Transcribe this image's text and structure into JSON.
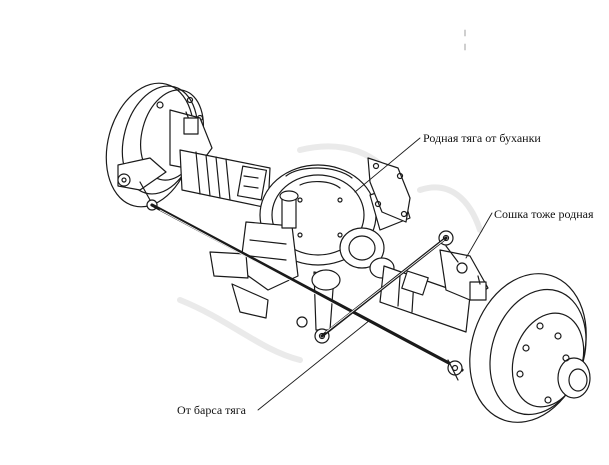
{
  "labels": {
    "native_rod": "Родная тяга от буханки",
    "pitman_arm": "Сошка тоже родная",
    "bars_rod": "От  барса тяга"
  }
}
